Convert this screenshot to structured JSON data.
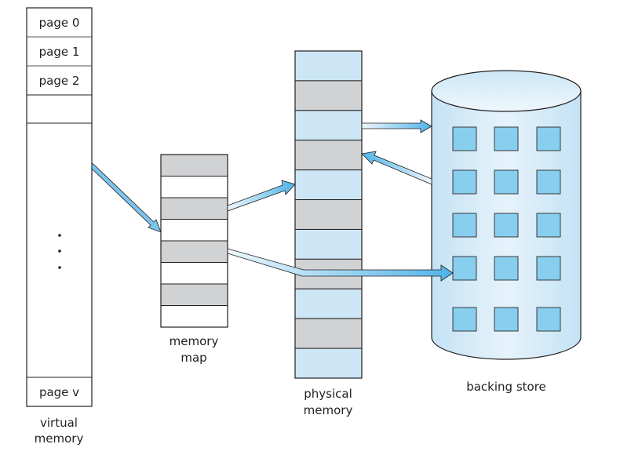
{
  "diagram": {
    "title": "Virtual memory larger than physical memory",
    "virtual_memory": {
      "label_line1": "virtual",
      "label_line2": "memory",
      "pages": [
        "page 0",
        "page 1",
        "page 2",
        "",
        "page v"
      ],
      "ellipsis": "• • •"
    },
    "memory_map": {
      "label_line1": "memory",
      "label_line2": "map",
      "entries": [
        "mapped",
        "unmapped",
        "mapped",
        "unmapped",
        "mapped",
        "unmapped",
        "mapped",
        "unmapped"
      ]
    },
    "physical_memory": {
      "label_line1": "physical",
      "label_line2": "memory",
      "frames": [
        "free",
        "used",
        "free",
        "used",
        "free",
        "used",
        "free",
        "used",
        "free",
        "used",
        "free"
      ]
    },
    "backing_store": {
      "label": "backing store",
      "grid_rows": 5,
      "grid_cols": 3
    },
    "arrows": [
      {
        "from": "virtual-memory",
        "to": "memory-map"
      },
      {
        "from": "memory-map",
        "to": "physical-memory"
      },
      {
        "from": "memory-map",
        "to": "backing-store"
      },
      {
        "from": "physical-memory",
        "to": "backing-store"
      },
      {
        "from": "backing-store",
        "to": "physical-memory"
      }
    ],
    "colors": {
      "line": "#231f20",
      "gray_cell": "#d1d2d4",
      "light_blue": "#cce6f6",
      "block_blue": "#87ceef",
      "arrow_dark": "#4fb3e8",
      "arrow_light": "#e6f3fb"
    }
  }
}
